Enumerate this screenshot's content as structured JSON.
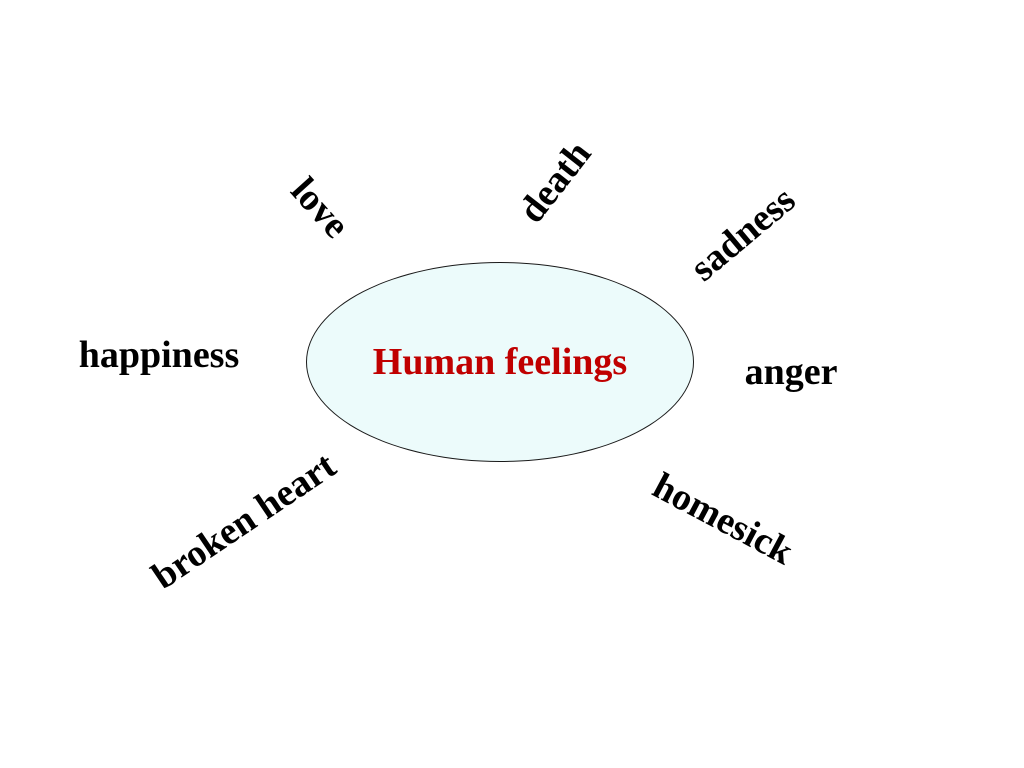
{
  "diagram": {
    "center": {
      "label": "Human feelings",
      "label_color": "#c00000",
      "fill_color": "#ecfbfb"
    },
    "words": {
      "love": "love",
      "death": "death",
      "sadness": "sadness",
      "happiness": "happiness",
      "anger": "anger",
      "broken_heart": "broken heart",
      "homesick": "homesick"
    }
  }
}
